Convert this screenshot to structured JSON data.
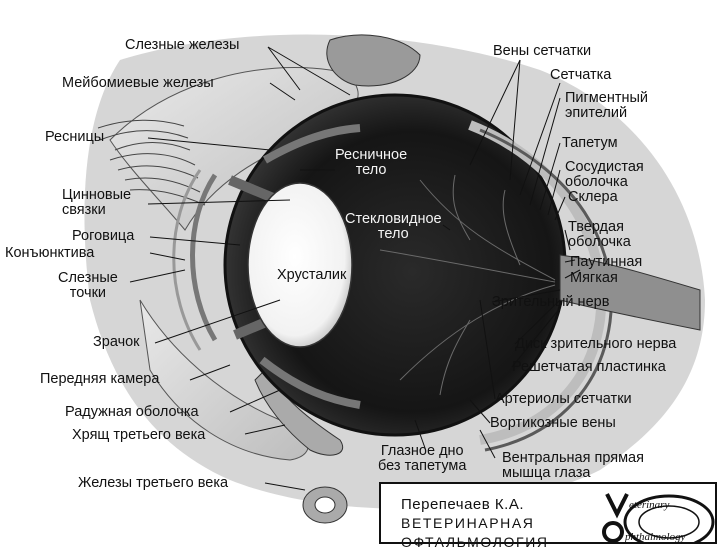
{
  "labels": {
    "lacrimal_glands": "Слезные железы",
    "meibomian_glands": "Мейбомиевые железы",
    "eyelashes": "Ресницы",
    "zonular_ligaments": "Цинновые\nсвязки",
    "cornea": "Роговица",
    "conjunctiva": "Конъюнктива",
    "lacrimal_puncta": "Слезные\nточки",
    "pupil": "Зрачок",
    "anterior_chamber": "Передняя камера",
    "iris": "Радужная оболочка",
    "third_eyelid_cartilage": "Хрящ третьего века",
    "third_eyelid_glands": "Железы третьего века",
    "retinal_veins": "Вены сетчатки",
    "retina": "Сетчатка",
    "pigment_epithelium": "Пигментный\nэпителий",
    "tapetum": "Тапетум",
    "choroid": "Сосудистая\nоболочка",
    "sclera": "Склера",
    "dura_mater": "Твердая\nоболочка",
    "arachnoid": "Паутинная",
    "pia_mater": "Мягкая",
    "optic_nerve": "Зрительный нерв",
    "optic_disc": "Диск зрительного нерва",
    "lamina_cribrosa": "Решетчатая пластинка",
    "retinal_arterioles": "Артериолы сетчатки",
    "vorticose_veins": "Вортикозные вены",
    "fundus_no_tapetum": "Глазное дно\nбез тапетума",
    "ventral_rectus": "Вентральная прямая\nмышца глаза",
    "ciliary_body": "Ресничное\nтело",
    "vitreous_body": "Стекловидное\nтело",
    "lens": "Хрусталик"
  },
  "book": {
    "author": "Перепечаев К.А.",
    "title_line1": "ВЕТЕРИНАРНАЯ",
    "title_line2": "ОФТАЛЬМОЛОГИЯ",
    "logo_text_1": "eterinary",
    "logo_text_2": "phthalmology"
  }
}
